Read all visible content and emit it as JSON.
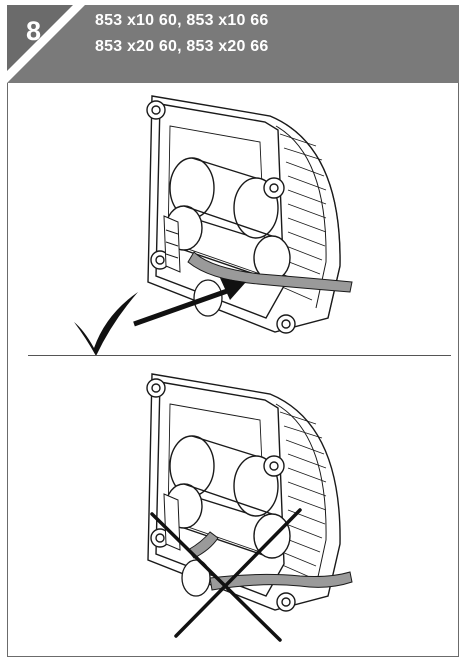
{
  "step": {
    "number": "8",
    "models": [
      "853 x10 60, 853 x10 66",
      "853 x20 60, 853 x20 66"
    ]
  },
  "colors": {
    "header_gray": "#7a7a7a",
    "header_dark": "#ffffff",
    "ink": "#1a1a1a",
    "cable_fill": "#9a9a9a"
  },
  "panels": [
    {
      "name": "correct-routing",
      "mark": "check-icon"
    },
    {
      "name": "incorrect-routing",
      "mark": "cross-icon"
    }
  ]
}
